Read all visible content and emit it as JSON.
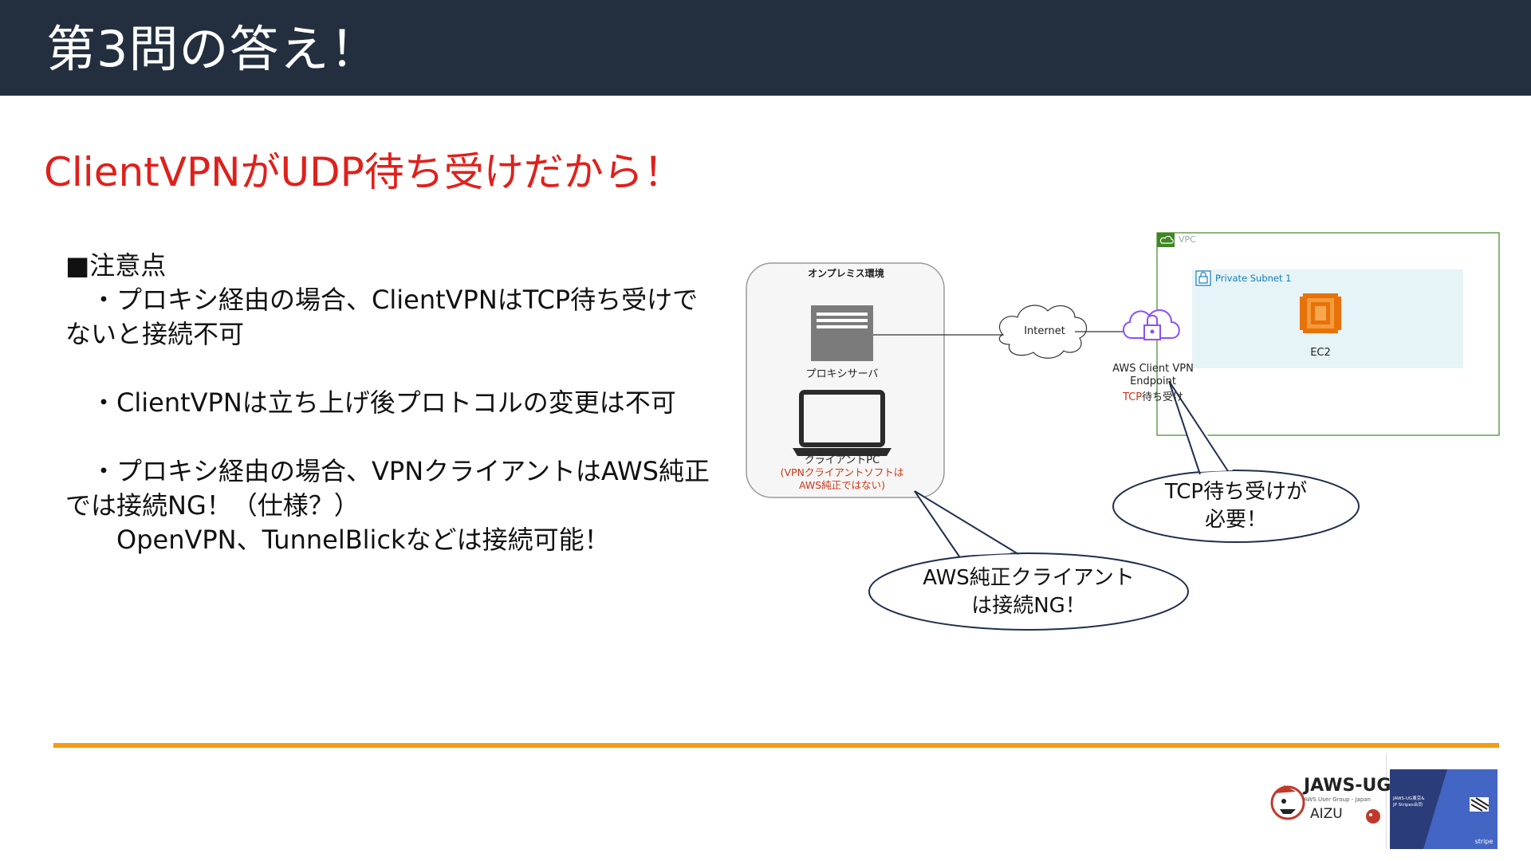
{
  "slide": {
    "title": "第3問の答え！",
    "subtitle": "ClientVPNがUDP待ち受けだから！"
  },
  "notes": {
    "heading": "■注意点",
    "items": [
      "　・プロキシ経由の場合、ClientVPNはTCP待ち受けでないと接続不可",
      "　・ClientVPNは立ち上げ後プロトコルの変更は不可",
      "　・プロキシ経由の場合、VPNクライアントはAWS純正では接続NG！（仕様？）",
      "　　OpenVPN、TunnelBlickなどは接続可能！"
    ]
  },
  "diagram": {
    "onprem_label": "オンプレミス環境",
    "proxy_label": "プロキシサーバ",
    "client_label": "クライアントPC",
    "client_note_line1": "(VPNクライアントソフトは",
    "client_note_line2": "AWS純正ではない)",
    "internet_label": "Internet",
    "vpc_label": "VPC",
    "subnet_label": "Private Subnet 1",
    "ec2_label": "EC2",
    "endpoint_label_line1": "AWS Client VPN",
    "endpoint_label_line2": "Endpoint",
    "endpoint_tcp": "TCP",
    "endpoint_wait": "待ち受け",
    "callout_right_line1": "TCP待ち受けが",
    "callout_right_line2": "必要！",
    "callout_bottom_line1": "AWS純正クライアント",
    "callout_bottom_line2": "は接続NG！",
    "colors": {
      "vpc_border": "#3f8624",
      "subnet_fill": "#e6f3f7",
      "subnet_icon": "#147eba",
      "ec2": "#e8710a",
      "endpoint": "#8c4fff",
      "note_red": "#d13212",
      "callout_stroke": "#1f2f4d"
    }
  },
  "footer": {
    "accent_color": "#f39c12",
    "logo_main": "JAWS-UG",
    "logo_sub": "AWS User Group - Japan",
    "logo_city": "AIZU",
    "badge_line1": "JAWS-UG東京&",
    "badge_line2": "JP Stripes合同",
    "badge_brand": "stripe"
  }
}
